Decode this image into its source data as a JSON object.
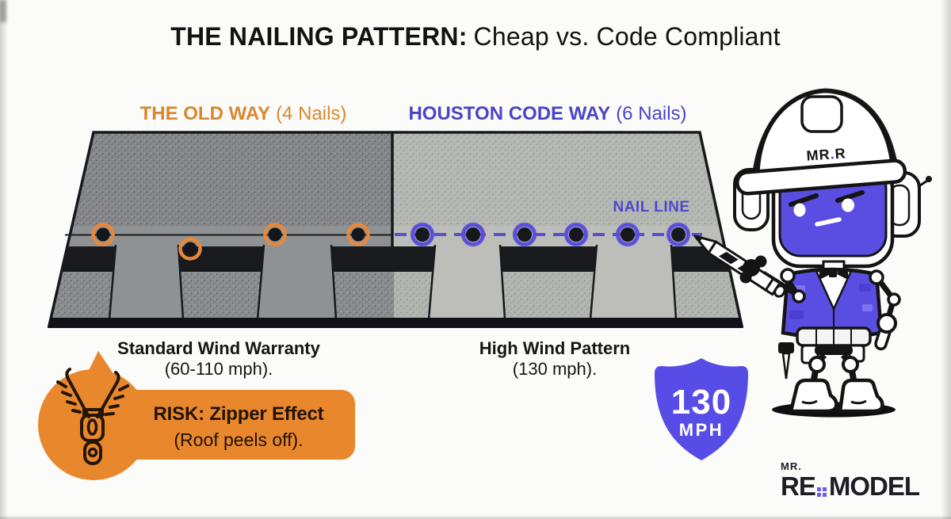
{
  "title": {
    "emphasis": "THE NAILING PATTERN:",
    "rest": "Cheap vs. Code Compliant"
  },
  "comparison": {
    "old_way": {
      "heading": "THE OLD WAY",
      "count_note": "(4 Nails)",
      "nail_count": 4,
      "accent_color": "#D9872F",
      "caption_title": "Standard Wind Warranty",
      "caption_note": "(60-110 mph)."
    },
    "code_way": {
      "heading": "HOUSTON CODE WAY",
      "count_note": "(6 Nails)",
      "nail_count": 6,
      "accent_color": "#4A44C8",
      "caption_title": "High Wind Pattern",
      "caption_note": "(130 mph)."
    }
  },
  "diagram": {
    "nail_line_label": "NAIL LINE",
    "nail_line_color": "#5A50CC",
    "old_nail_ring_color": "#E8883A",
    "code_nail_ring_color": "#5A50D8"
  },
  "risk_callout": {
    "title": "RISK: Zipper Effect",
    "note": "(Roof peels off).",
    "bg_color": "#E8872B",
    "icon": "zipper-icon"
  },
  "shield_badge": {
    "value": "130",
    "unit": "MPH",
    "color": "#574DE6"
  },
  "mascot": {
    "hat_text_left": "MR",
    "hat_dot": ".",
    "hat_text_right": "R"
  },
  "logo": {
    "prefix": "MR.",
    "name_left": "RE",
    "name_right": "MODEL",
    "window_color": "#6A5CF0"
  }
}
